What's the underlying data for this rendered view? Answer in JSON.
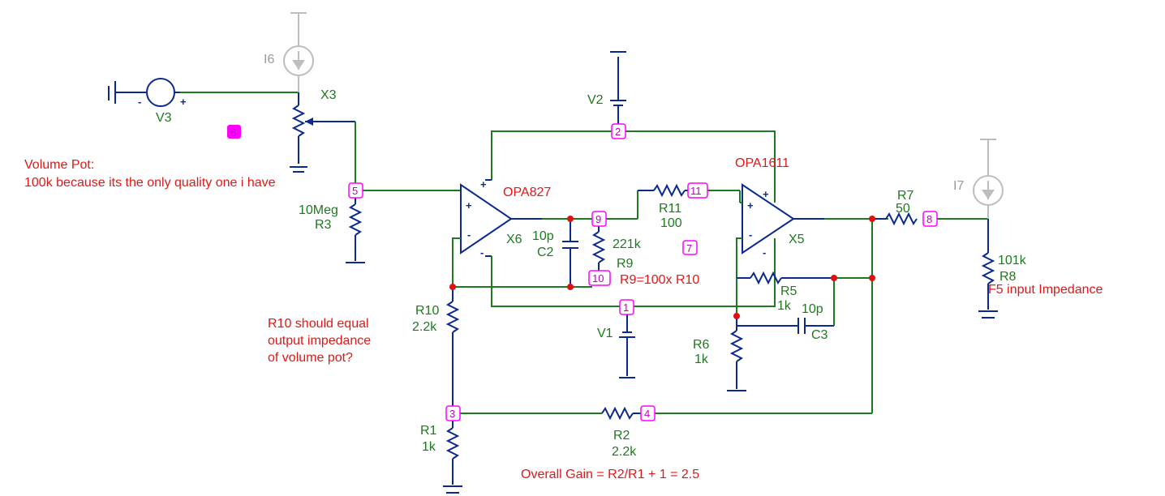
{
  "components": {
    "V3": "V3",
    "I6": "I6",
    "X3": "X3",
    "R3": {
      "name": "R3",
      "value": "10Meg"
    },
    "V2": "V2",
    "X6": {
      "name": "X6",
      "part": "OPA827"
    },
    "C2": {
      "name": "C2",
      "value": "10p"
    },
    "R9": {
      "name": "R9",
      "value": "221k"
    },
    "R11": {
      "name": "R11",
      "value": "100"
    },
    "X5": {
      "name": "X5",
      "part": "OPA1611"
    },
    "R7": {
      "name": "R7",
      "value": "50"
    },
    "I7": "I7",
    "R8": {
      "name": "R8",
      "value": "101k"
    },
    "R5": {
      "name": "R5",
      "value": "1k"
    },
    "C3": {
      "name": "C3",
      "value": "10p"
    },
    "R6": {
      "name": "R6",
      "value": "1k"
    },
    "V1": "V1",
    "R10": {
      "name": "R10",
      "value": "2.2k"
    },
    "R1": {
      "name": "R1",
      "value": "1k"
    },
    "R2": {
      "name": "R2",
      "value": "2.2k"
    }
  },
  "nodes": [
    "1",
    "2",
    "3",
    "4",
    "5",
    "6",
    "7",
    "8",
    "9",
    "10",
    "11"
  ],
  "notes": {
    "volume_pot_title": "Volume Pot:",
    "volume_pot_desc": "100k because its the only quality one i have",
    "r10_line1": "R10 should equal",
    "r10_line2": "output impedance",
    "r10_line3": "of volume pot?",
    "r9_ratio": "R9=100x R10",
    "f5": "F5 input Impedance",
    "gain": "Overall Gain = R2/R1 + 1 = 2.5"
  }
}
